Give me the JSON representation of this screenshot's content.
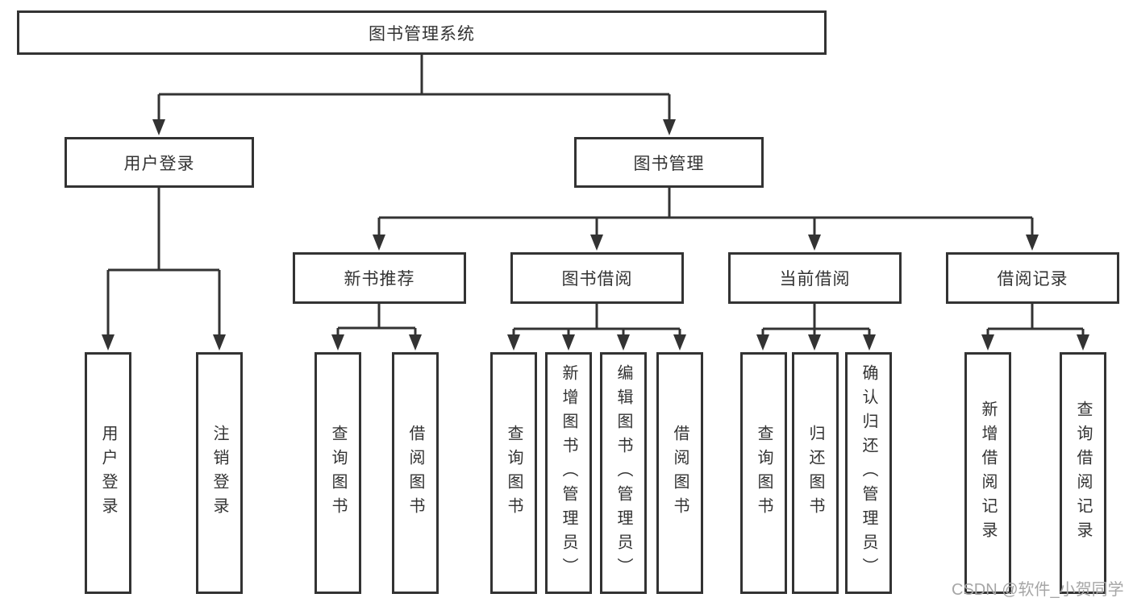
{
  "diagram": {
    "title": "图书管理系统",
    "type": "functional-structure-tree",
    "colors": {
      "line": "#333333",
      "box_border": "#333333",
      "box_background": "#ffffff",
      "text": "#333333",
      "watermark": "#a6a6a6",
      "background": "#ffffff"
    },
    "tree": {
      "label": "图书管理系统",
      "children": [
        {
          "label": "用户登录",
          "children": [
            {
              "label": "用户登录"
            },
            {
              "label": "注销登录"
            }
          ]
        },
        {
          "label": "图书管理",
          "children": [
            {
              "label": "新书推荐",
              "children": [
                {
                  "label": "查询图书"
                },
                {
                  "label": "借阅图书"
                }
              ]
            },
            {
              "label": "图书借阅",
              "children": [
                {
                  "label": "查询图书"
                },
                {
                  "label": "新增图书（管理员）"
                },
                {
                  "label": "编辑图书（管理员）"
                },
                {
                  "label": "借阅图书"
                }
              ]
            },
            {
              "label": "当前借阅",
              "children": [
                {
                  "label": "查询图书"
                },
                {
                  "label": "归还图书"
                },
                {
                  "label": "确认归还（管理员）"
                }
              ]
            },
            {
              "label": "借阅记录",
              "children": [
                {
                  "label": "新增借阅记录"
                },
                {
                  "label": "查询借阅记录"
                }
              ]
            }
          ]
        }
      ]
    },
    "watermark": "CSDN @软件_小贺同学"
  }
}
